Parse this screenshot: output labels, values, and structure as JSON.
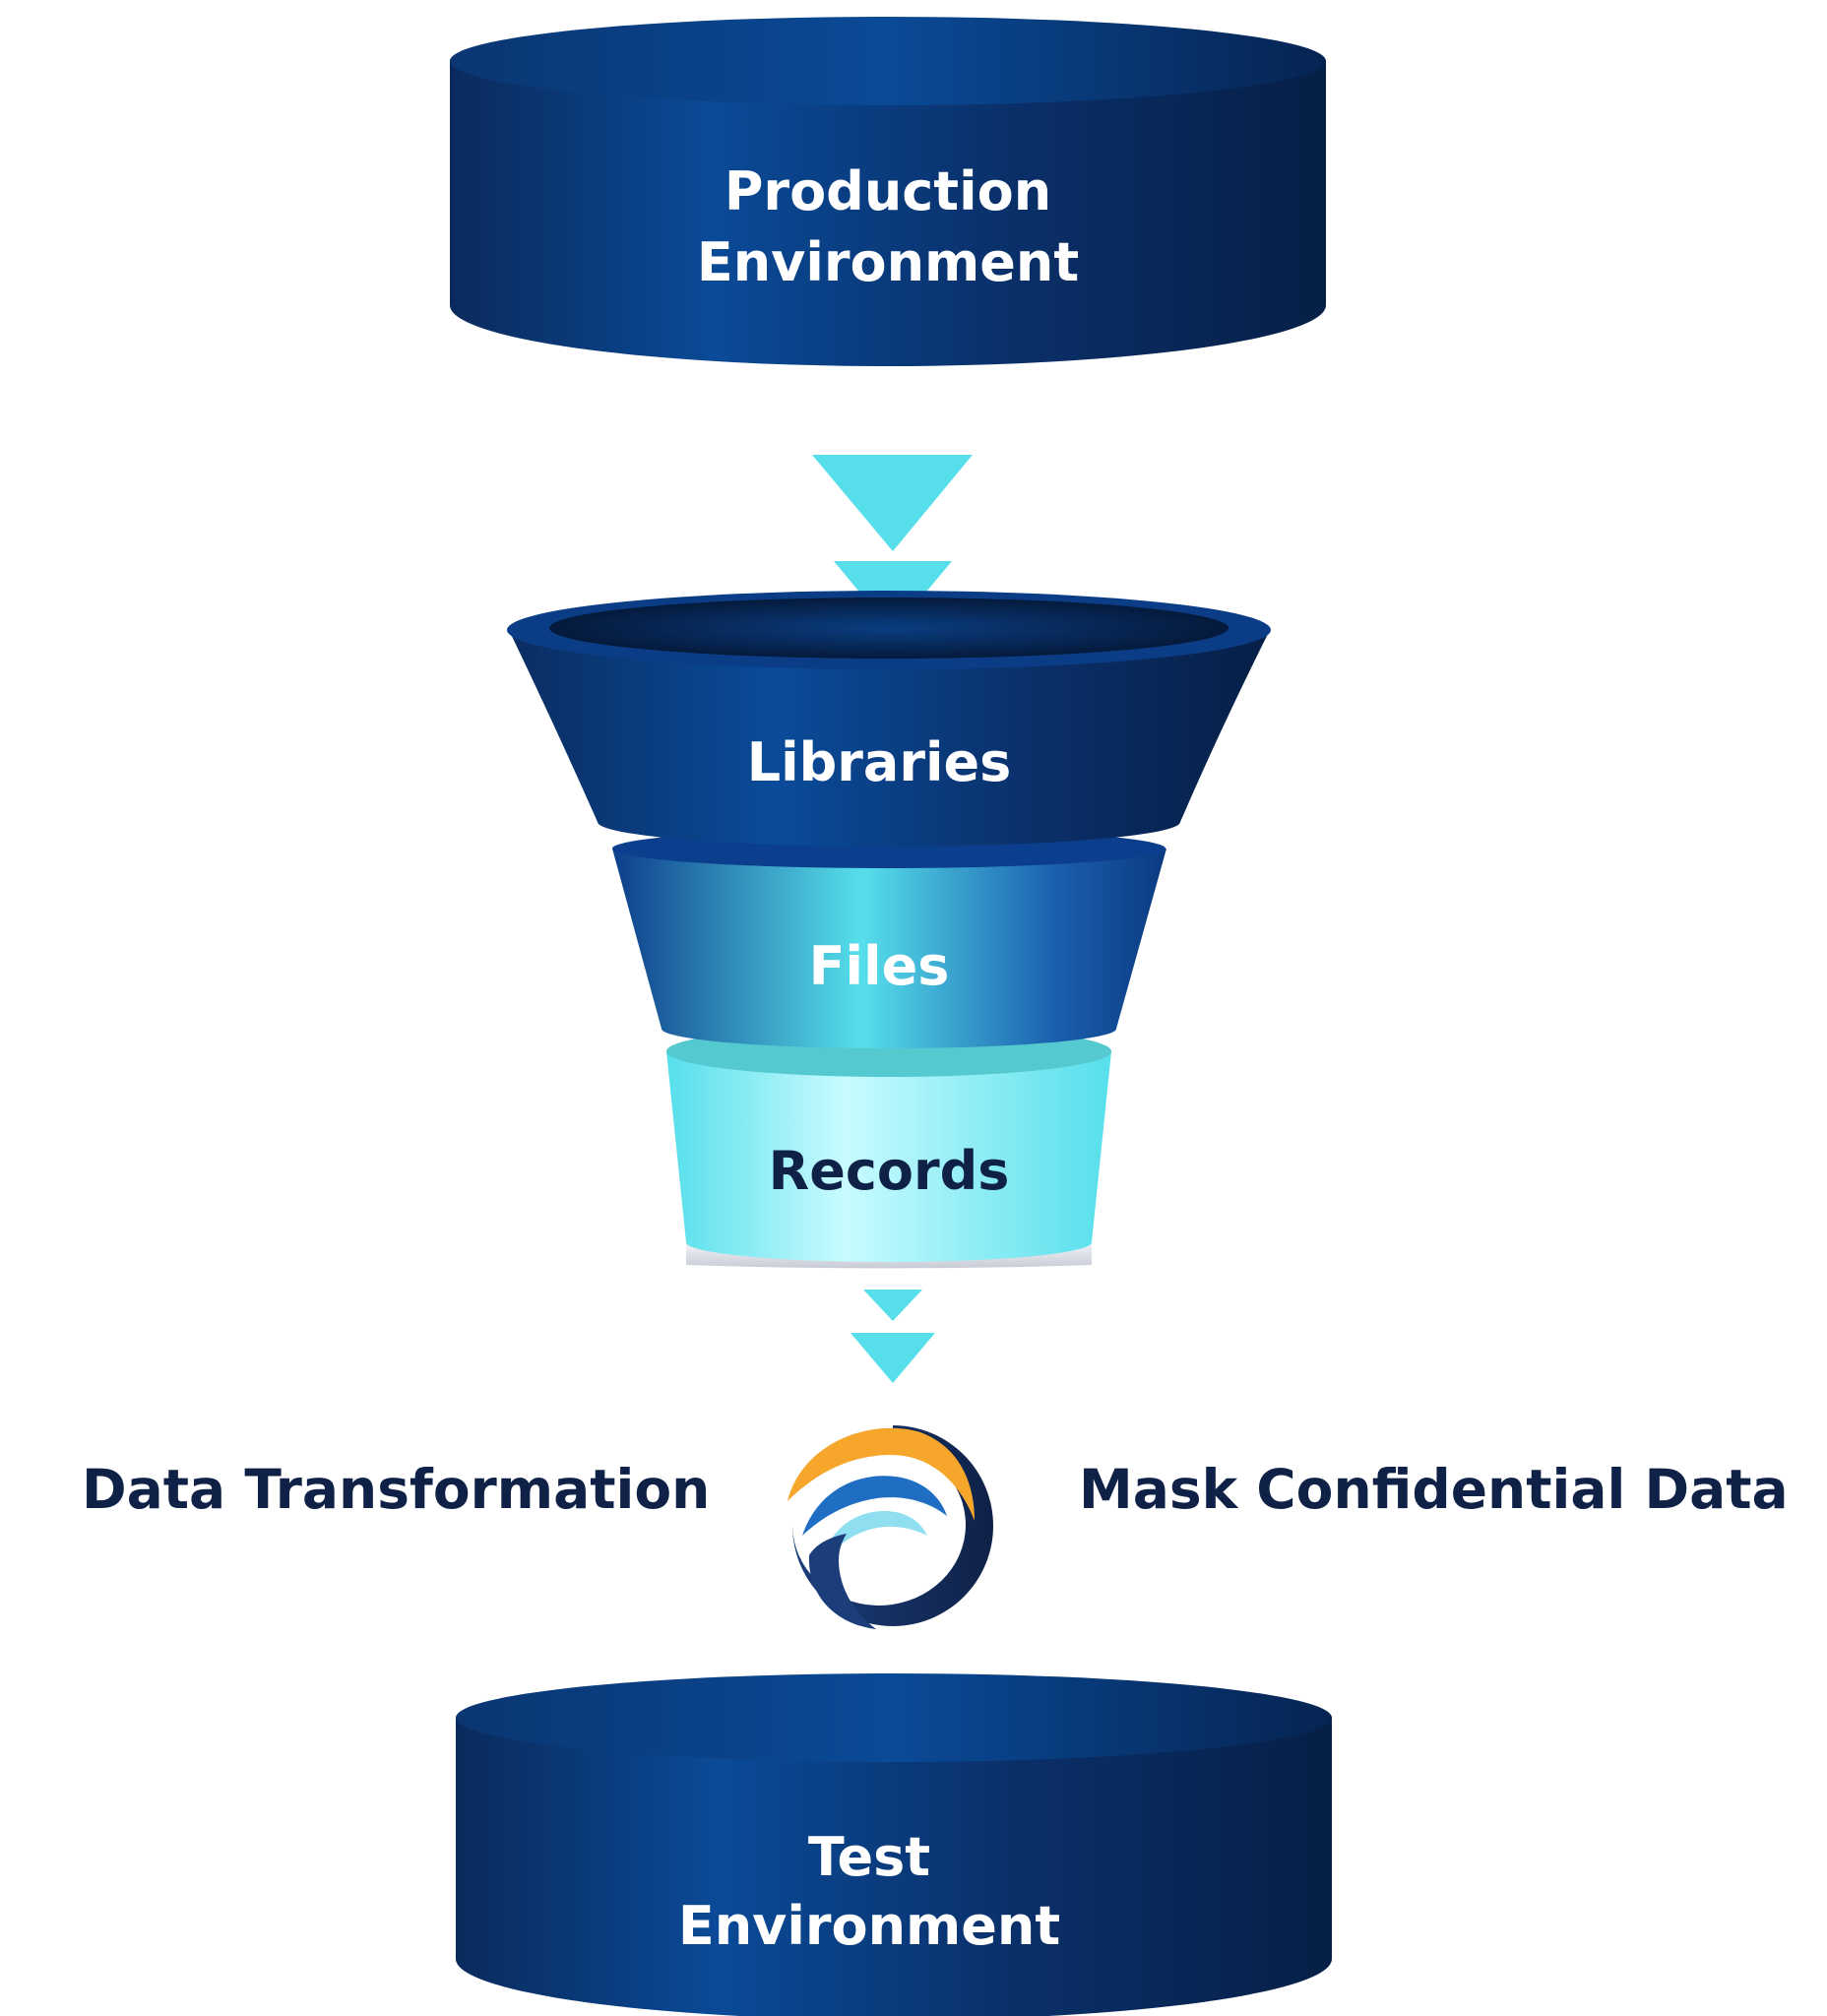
{
  "source": {
    "line1": "Production",
    "line2": "Environment"
  },
  "funnel": {
    "top": "Libraries",
    "middle": "Files",
    "bottom": "Records"
  },
  "process": {
    "left_label": "Data Transformation",
    "right_label": "Mask Confidential Data",
    "icon": "swirl-logo-icon"
  },
  "target": {
    "line1": "Test",
    "line2": "Environment"
  },
  "colors": {
    "navy": "#0f2147",
    "blue": "#0b4d9c",
    "cyan": "#56dfeb",
    "light_cyan": "#b9f6fb",
    "orange": "#f6a62a"
  }
}
